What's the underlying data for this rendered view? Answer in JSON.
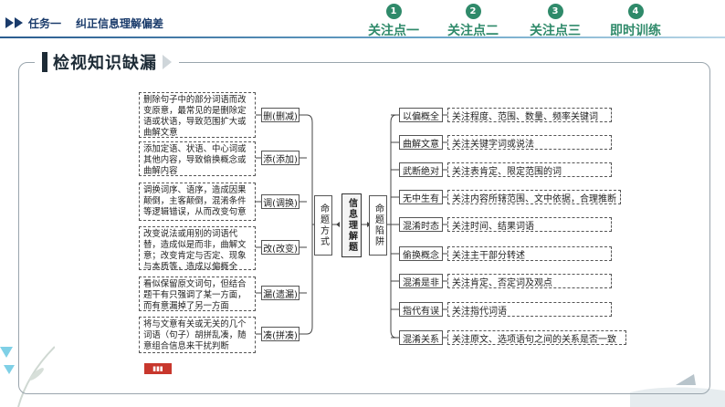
{
  "header": {
    "task_label": "任务一",
    "task_title": "纠正信息理解偏差",
    "nav": [
      {
        "num": "1",
        "label": "关注点一"
      },
      {
        "num": "2",
        "label": "关注点二"
      },
      {
        "num": "3",
        "label": "关注点三"
      },
      {
        "num": "4",
        "label": "即时训练"
      }
    ]
  },
  "section": {
    "title": "检视知识缺漏"
  },
  "diagram": {
    "left_notes": [
      "删除句子中的部分词语而改变原意，最常见的是删除定语或状语，导致范围扩大或曲解文意",
      "添加定语、状语、中心词或其他内容，导致偷换概念或曲解内容",
      "调换词序、语序，造成因果颠倒，主客颠倒，混淆条件等逻辑错误，从而改变句意",
      "改变说法或用别的词语代替，造成似是而非，曲解文意；改变肯定与否定、现象与本质等，造成以偏概全",
      "看似保留原文词句，但结合题干有只强调了某一方面，而有意漏掉了另一方面",
      "将与文意有关或无关的几个词语（句子）胡拼乱凑，随意组合信息来干扰判断"
    ],
    "left_labels": [
      "删(删减)",
      "添(添加)",
      "调(调换)",
      "改(改变)",
      "漏(遗漏)",
      "凑(拼凑)"
    ],
    "left_hub": "命题方式",
    "center": "信息理解题",
    "right_hub": "命题陷阱",
    "right_labels": [
      "以偏概全",
      "曲解文意",
      "武断绝对",
      "无中生有",
      "混淆时态",
      "偷换概念",
      "混淆是非",
      "指代有误",
      "混淆关系"
    ],
    "right_desc": [
      "关注程度、范围、数量、频率关键词",
      "关注关键字词或说法",
      "关注表肯定、限定范围的词",
      "关注内容所辖范围、文中依据，合理推断",
      "关注时间、结果词语",
      "关注主干部分转述",
      "关注肯定、否定词及观点",
      "关注指代词语",
      "关注原文、选项语句之间的关系是否一致"
    ]
  },
  "colors": {
    "nav_green": "#2f8a6a",
    "task_blue": "#1a3b6b"
  }
}
